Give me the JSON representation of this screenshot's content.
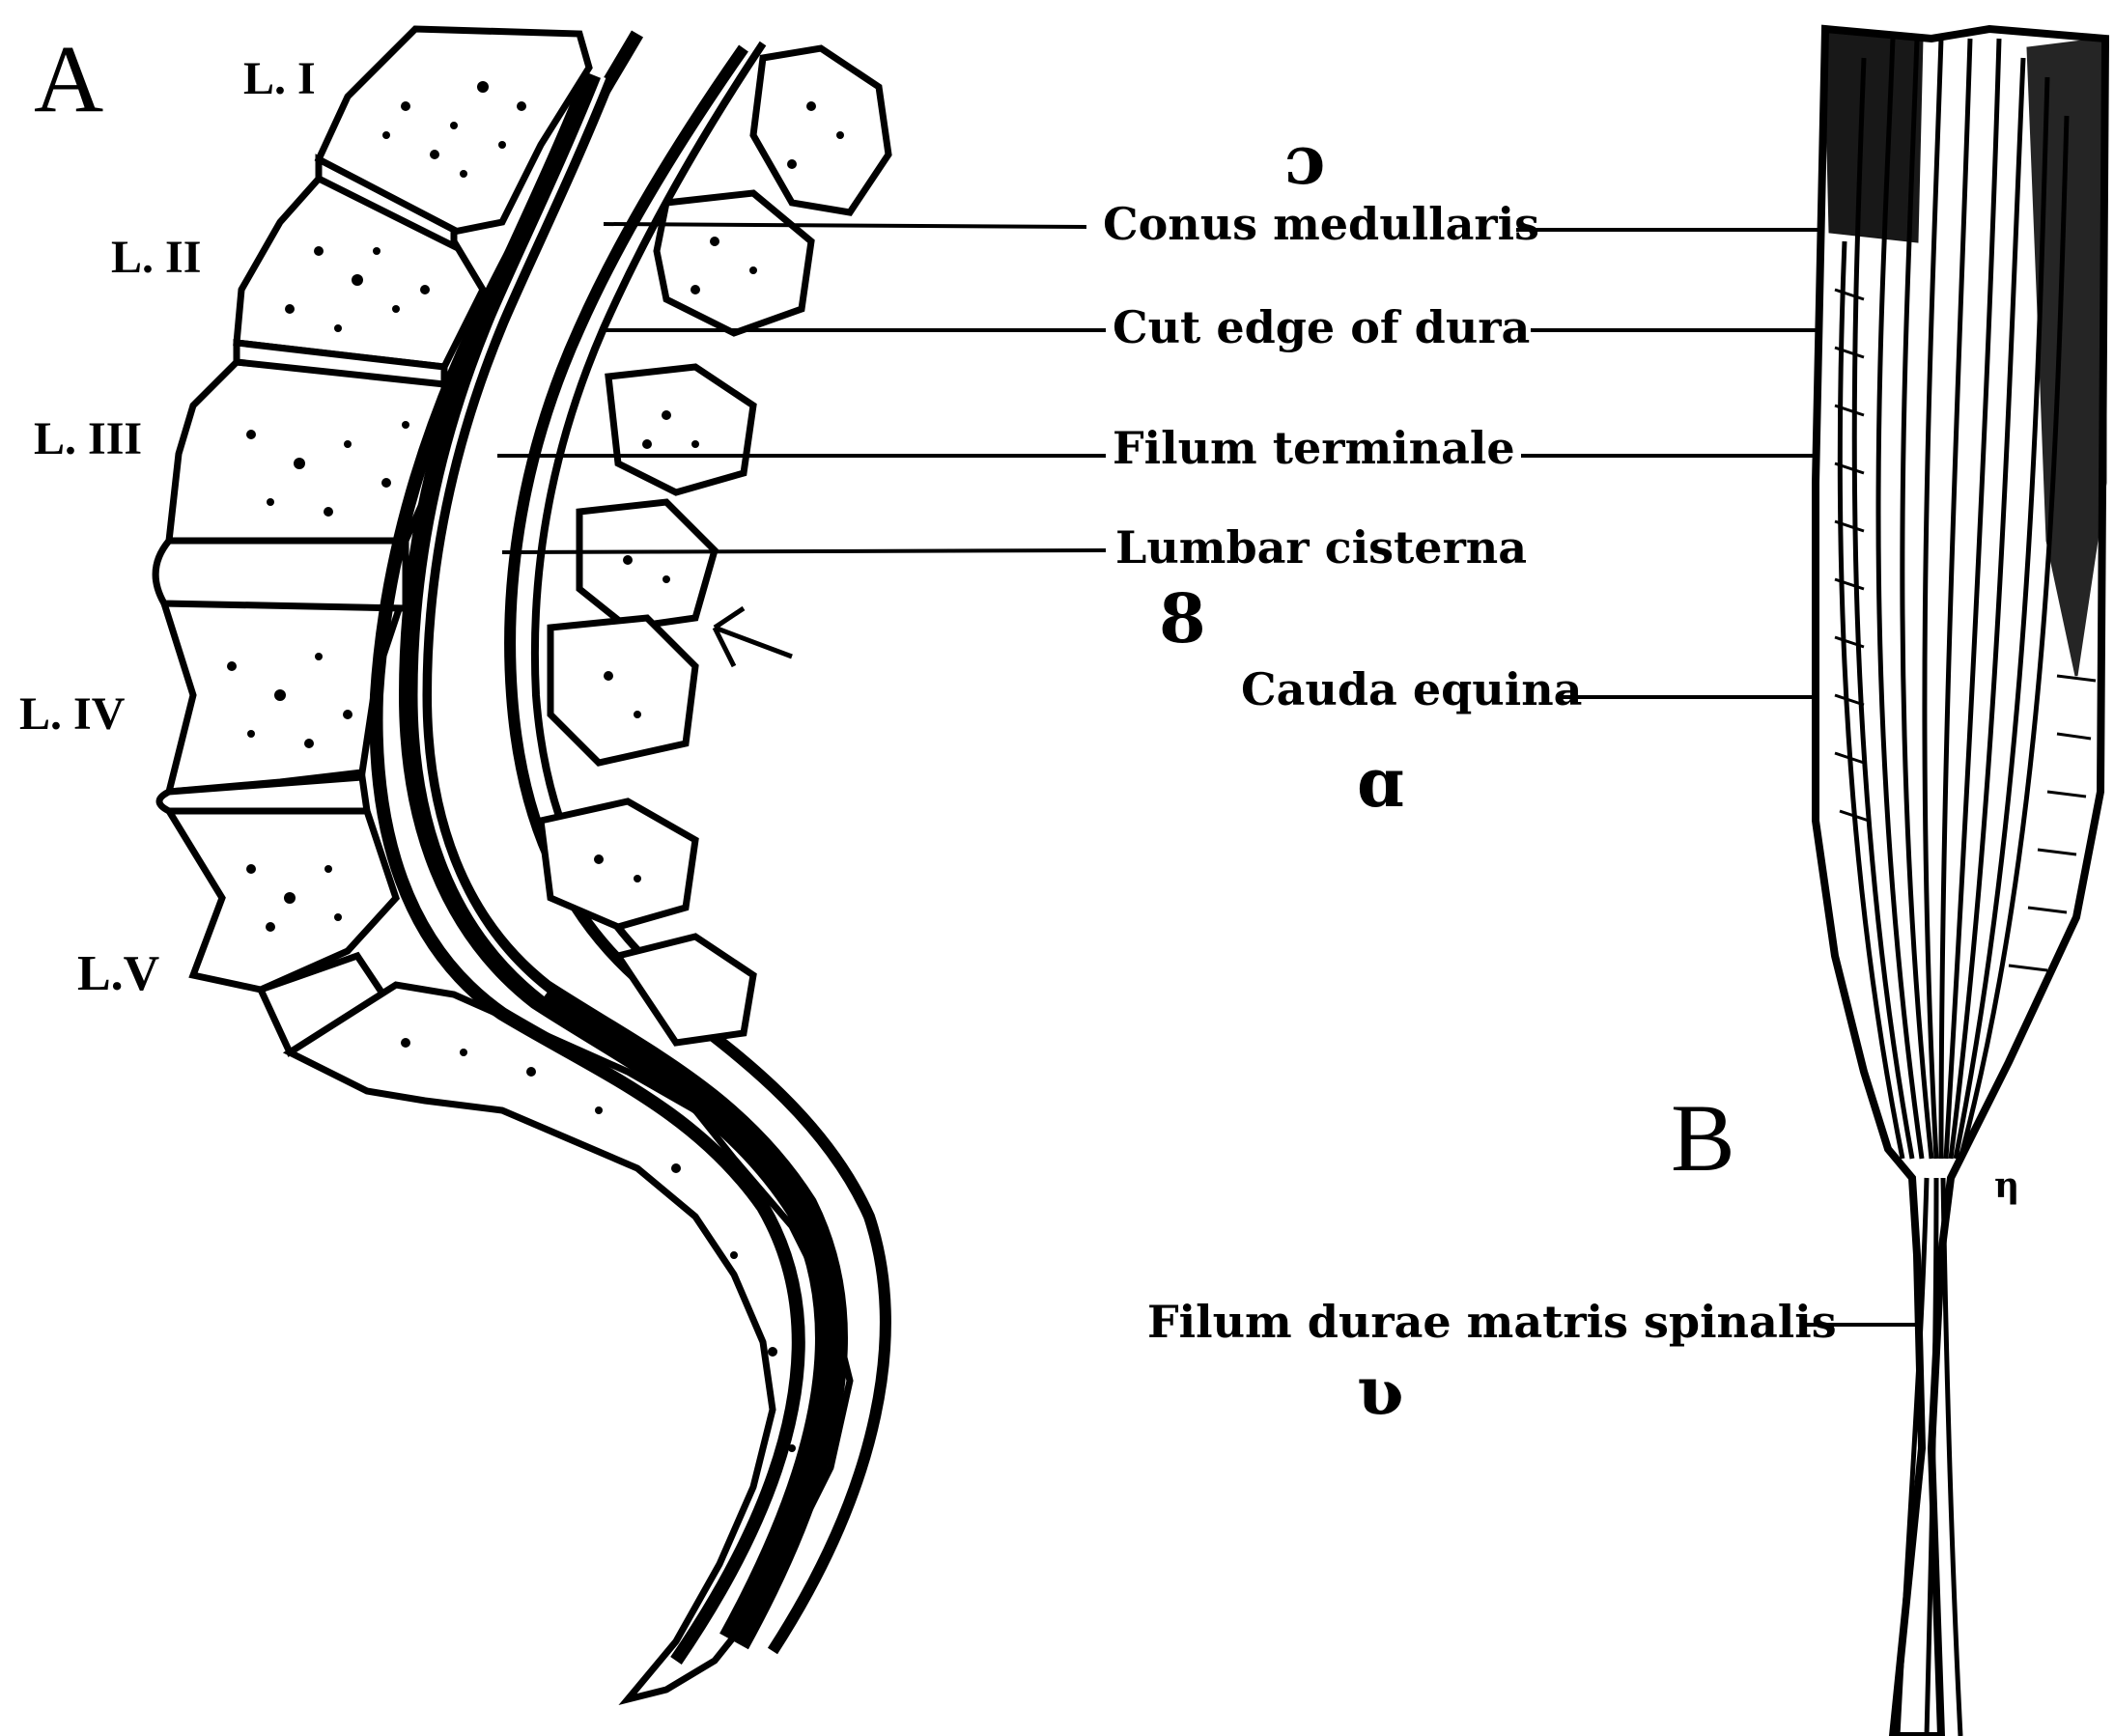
{
  "panels": {
    "a": "A",
    "b": "B"
  },
  "vertebrae": [
    "L. I",
    "L. II",
    "L. III",
    "L. IV",
    "L.V"
  ],
  "labels": {
    "conus_medullaris": "Conus medullaris",
    "cut_edge_of_dura": "Cut edge of dura",
    "filum_terminale": "Filum terminale",
    "lumbar_cisterna": "Lumbar cisterna",
    "cauda_equina": "Cauda equina",
    "filum_durae": "Filum durae matris spinalis"
  },
  "small_marks": {
    "mark_1": "ɔ",
    "mark_2": "8",
    "mark_3": "ɑ",
    "mark_4": "ʋ",
    "signature": "η"
  }
}
